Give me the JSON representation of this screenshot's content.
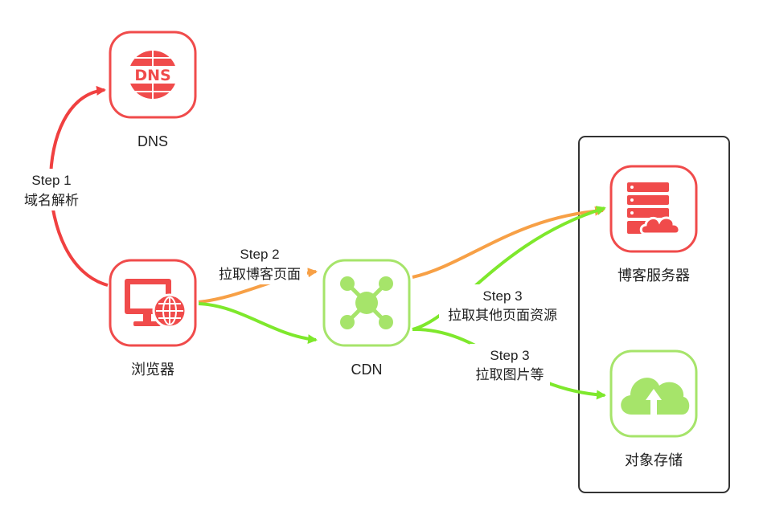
{
  "nodes": {
    "dns": {
      "label": "DNS",
      "icon": "dns-icon",
      "color": "#f04b4b"
    },
    "browser": {
      "label": "浏览器",
      "icon": "browser-globe-icon",
      "color": "#f04b4b"
    },
    "cdn": {
      "label": "CDN",
      "icon": "cdn-network-icon",
      "color": "#a6e46a"
    },
    "blog_server": {
      "label": "博客服务器",
      "icon": "server-cloud-icon",
      "color": "#f04b4b"
    },
    "object_storage": {
      "label": "对象存储",
      "icon": "cloud-upload-icon",
      "color": "#a6e46a"
    }
  },
  "edges": {
    "step1": {
      "line1": "Step 1",
      "line2": "域名解析",
      "color": "#f04040"
    },
    "step2": {
      "line1": "Step 2",
      "line2": "拉取博客页面",
      "color": "#f7a046"
    },
    "step3_page": {
      "line1": "Step 3",
      "line2": "拉取其他页面资源",
      "color": "#7ee82c"
    },
    "step3_image": {
      "line1": "Step 3",
      "line2": "拉取图片等",
      "color": "#7ee82c"
    }
  },
  "colors": {
    "red": "#f04b4b",
    "orange": "#f7a046",
    "green": "#7ee82c",
    "light_green": "#a6e46a",
    "group_border": "#333333"
  }
}
